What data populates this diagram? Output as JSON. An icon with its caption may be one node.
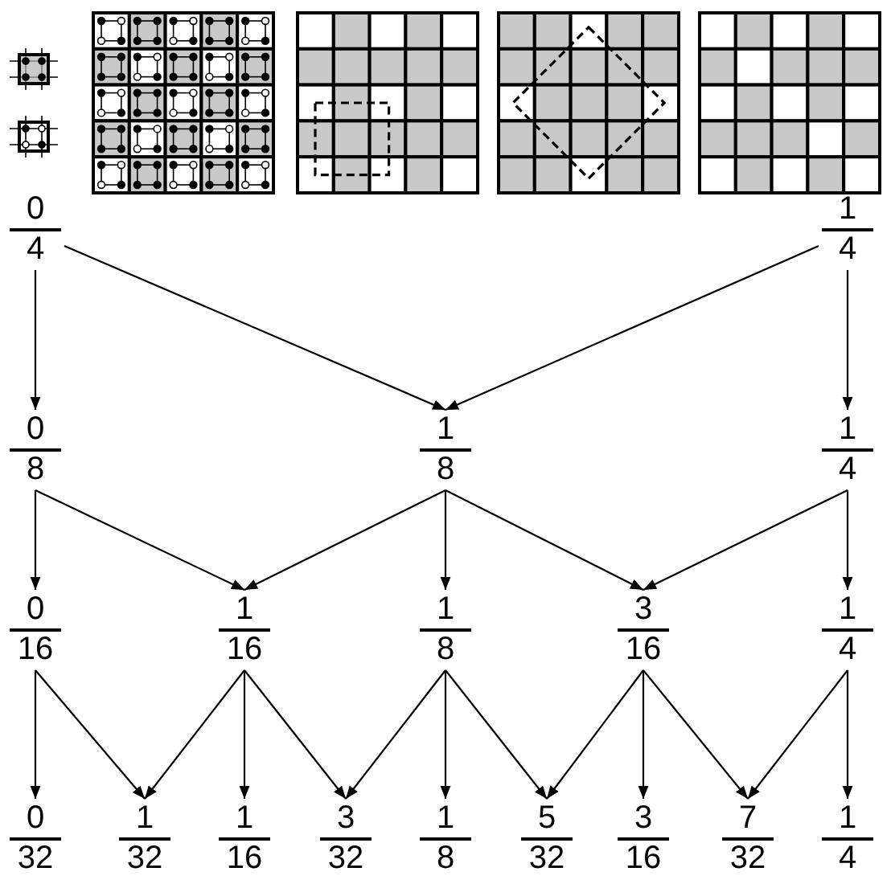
{
  "diagram": {
    "nodes": [
      {
        "text": [
          "0",
          "4"
        ]
      },
      {
        "text": [
          "1",
          "4"
        ]
      },
      {
        "text": [
          "0",
          "8"
        ]
      },
      {
        "text": [
          "1",
          "8"
        ]
      },
      {
        "text": [
          "1",
          "4"
        ]
      },
      {
        "text": [
          "0",
          "16"
        ]
      },
      {
        "text": [
          "1",
          "16"
        ]
      },
      {
        "text": [
          "1",
          "8"
        ]
      },
      {
        "text": [
          "3",
          "16"
        ]
      },
      {
        "text": [
          "1",
          "4"
        ]
      },
      {
        "text": [
          "0",
          "32"
        ]
      },
      {
        "text": [
          "1",
          "32"
        ]
      },
      {
        "text": [
          "1",
          "16"
        ]
      },
      {
        "text": [
          "3",
          "32"
        ]
      },
      {
        "text": [
          "1",
          "8"
        ]
      },
      {
        "text": [
          "5",
          "32"
        ]
      },
      {
        "text": [
          "3",
          "16"
        ]
      },
      {
        "text": [
          "7",
          "32"
        ]
      },
      {
        "text": [
          "1",
          "4"
        ]
      }
    ],
    "edges": [
      {
        "from": 0,
        "to": 2,
        "arrow": "to"
      },
      {
        "from": 0,
        "to": 3,
        "arrow": "to"
      },
      {
        "from": 1,
        "to": 3,
        "arrow": "to"
      },
      {
        "from": 1,
        "to": 4,
        "arrow": "to"
      },
      {
        "from": 2,
        "to": 5,
        "arrow": "to"
      },
      {
        "from": 2,
        "to": 6,
        "arrow": "to"
      },
      {
        "from": 3,
        "to": 6,
        "arrow": "to"
      },
      {
        "from": 3,
        "to": 7,
        "arrow": "to"
      },
      {
        "from": 3,
        "to": 8,
        "arrow": "to"
      },
      {
        "from": 4,
        "to": 8,
        "arrow": "to"
      },
      {
        "from": 4,
        "to": 9,
        "arrow": "to"
      },
      {
        "from": 5,
        "to": 10,
        "arrow": "to"
      },
      {
        "from": 5,
        "to": 11,
        "arrow": "to"
      },
      {
        "from": 6,
        "to": 11,
        "arrow": "to"
      },
      {
        "from": 6,
        "to": 12,
        "arrow": "to"
      },
      {
        "from": 6,
        "to": 13,
        "arrow": "to"
      },
      {
        "from": 7,
        "to": 13,
        "arrow": "to"
      },
      {
        "from": 7,
        "to": 14,
        "arrow": "to"
      },
      {
        "from": 7,
        "to": 15,
        "arrow": "to"
      },
      {
        "from": 8,
        "to": 15,
        "arrow": "to"
      },
      {
        "from": 8,
        "to": 16,
        "arrow": "to"
      },
      {
        "from": 8,
        "to": 17,
        "arrow": "to"
      },
      {
        "from": 9,
        "to": 17,
        "arrow": "to"
      },
      {
        "from": 9,
        "to": 18,
        "arrow": "to"
      }
    ]
  }
}
